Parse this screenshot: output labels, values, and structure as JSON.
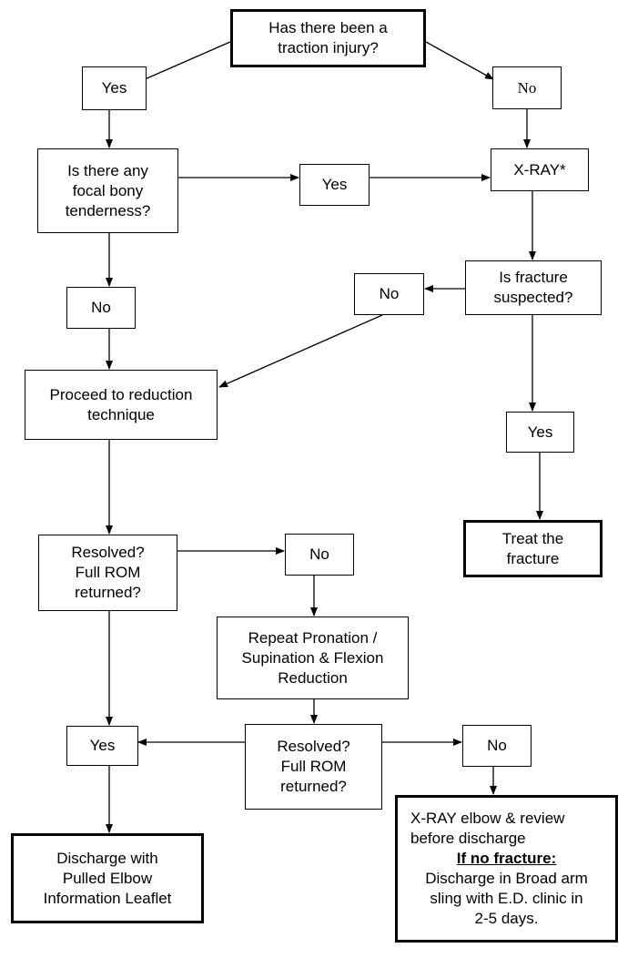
{
  "nodes": {
    "traction_question": {
      "line1": "Has there been a",
      "line2": "traction injury?"
    },
    "yes_top": "Yes",
    "no_top": "No",
    "tenderness_question": {
      "line1": "Is there any",
      "line2": "focal bony",
      "line3": "tenderness?"
    },
    "yes_middle": "Yes",
    "xray": "X-RAY*",
    "fracture_question": {
      "line1": "Is fracture",
      "line2": "suspected?"
    },
    "no_fracture_branch": "No",
    "no_tenderness": "No",
    "reduction": {
      "line1": "Proceed to reduction",
      "line2": "technique"
    },
    "yes_fracture": "Yes",
    "treat_fracture": {
      "line1": "Treat the",
      "line2": "fracture"
    },
    "resolved_first": {
      "line1": "Resolved?",
      "line2": "Full ROM",
      "line3": "returned?"
    },
    "no_resolved_first": "No",
    "repeat_reduction": {
      "line1": "Repeat Pronation /",
      "line2": "Supination & Flexion",
      "line3": "Reduction"
    },
    "resolved_second": {
      "line1": "Resolved?",
      "line2": "Full ROM",
      "line3": "returned?"
    },
    "yes_resolved": "Yes",
    "no_resolved_second": "No",
    "discharge_leaflet": {
      "line1": "Discharge with",
      "line2": "Pulled Elbow",
      "line3": "Information Leaflet"
    },
    "xray_review": {
      "line1": "X-RAY elbow & review",
      "line2": "before discharge",
      "line3": "If no fracture:",
      "line4": "Discharge in Broad arm",
      "line5": "sling with E.D. clinic in",
      "line6": "2-5 days."
    }
  }
}
